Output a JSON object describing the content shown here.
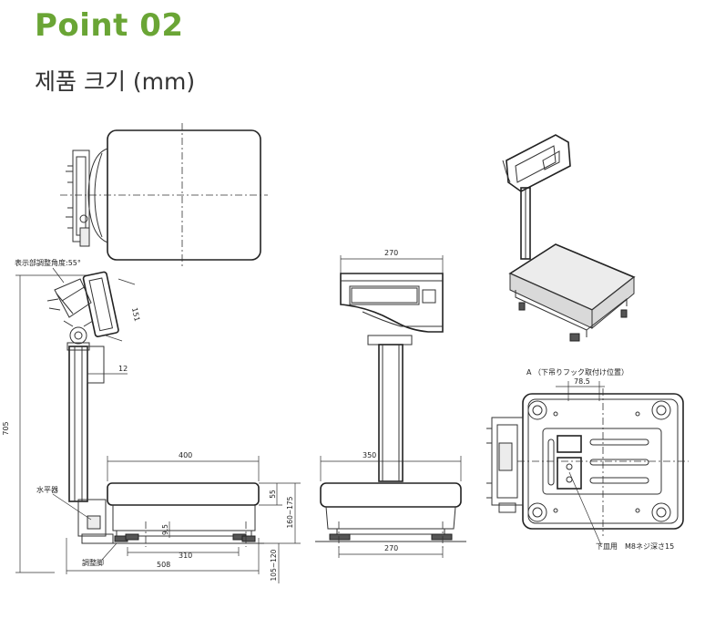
{
  "header": {
    "title": "Point 02",
    "subtitle": "제품 크기 (mm)"
  },
  "colors": {
    "accent": "#6aa535",
    "line": "#333333"
  },
  "side_view": {
    "display_angle_label": "表示部調整角度:55°",
    "dim_height": "705",
    "dim_display": "151",
    "dim_12": "12",
    "dim_400": "400",
    "dim_55": "55",
    "dim_160_175": "160~175",
    "dim_9_5": "9.5",
    "dim_310": "310",
    "dim_508": "508",
    "dim_105_120": "105~120",
    "label_level": "水平器",
    "label_foot": "調整脚"
  },
  "front_view": {
    "dim_270_top": "270",
    "dim_350": "350",
    "dim_270_bottom": "270"
  },
  "bottom_view": {
    "title": "A （下吊りフック取付け位置）",
    "dim_78_5": "78.5",
    "label_screw": "下皿用　M8ネジ深さ15"
  }
}
